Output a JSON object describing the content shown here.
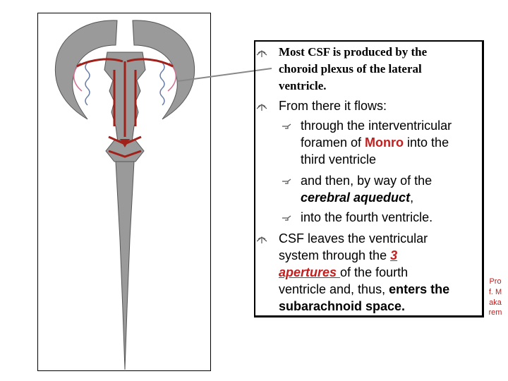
{
  "slide": {
    "bullet1": {
      "line1": "Most CSF is produced by the",
      "line2": "choroid plexus of the lateral",
      "line3": "ventricle."
    },
    "bullet2": {
      "intro": "From there it flows:",
      "sub1": {
        "line1": "through the interventricular",
        "line2_pre": "foramen of ",
        "line2_red": "Monro",
        "line2_post": " into the",
        "line3": "third ventricle"
      },
      "sub2": {
        "line1": "and then, by way of the",
        "line2_em": "cerebral aqueduct",
        "line2_post": ","
      },
      "sub3": {
        "line1": "into the fourth ventricle."
      }
    },
    "bullet3": {
      "line1": "CSF leaves the ventricular",
      "line2_pre": "system through the ",
      "line2_link": "3",
      "line3_link": "apertures ",
      "line3_post": "of the fourth",
      "line4_pre": "ventricle and, thus, ",
      "line4_bold": "enters the",
      "line5": "subarachnoid space."
    },
    "side_credit": "Prof. Makarem"
  },
  "colors": {
    "accent_red": "#c0201f",
    "brain_gray": "#9a9a9a",
    "arrow_red": "#a0201a"
  },
  "icons": {
    "bullet": "open-book-icon",
    "sub_bullet": "pointing-hand-icon"
  }
}
